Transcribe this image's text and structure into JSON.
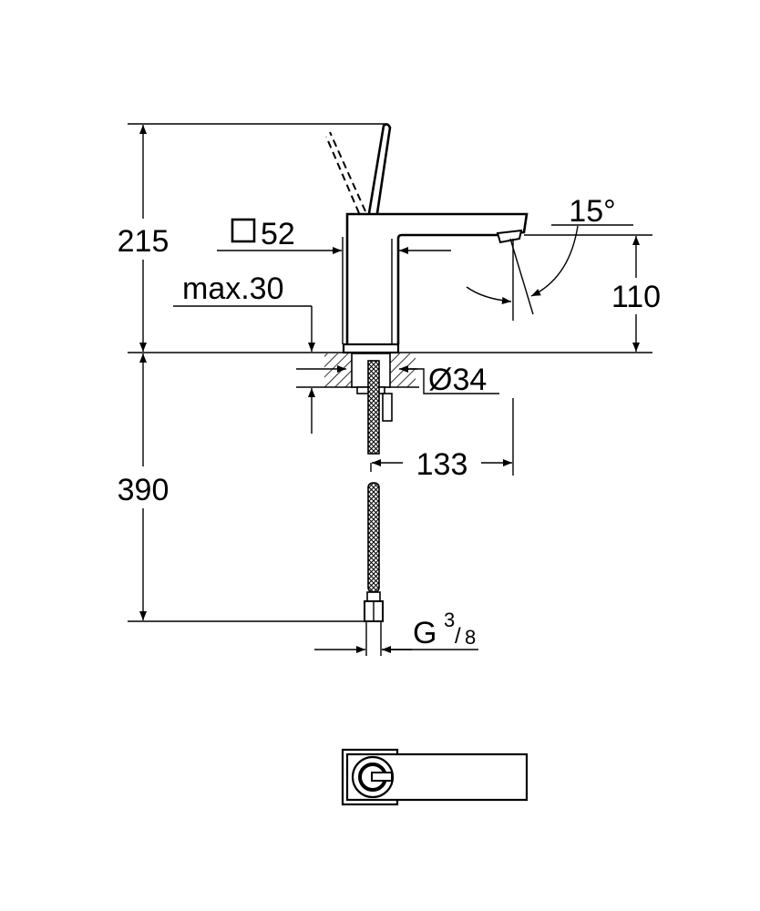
{
  "drawing": {
    "dimensions": {
      "total_height": "215",
      "spout_square": "52",
      "max_deck_thickness": "max.30",
      "hole_diameter": "Ø34",
      "spout_reach": "133",
      "spout_height": "110",
      "spout_angle": "15°",
      "hose_length": "390",
      "connection_letter": "G",
      "connection_num": "3",
      "connection_den": "8"
    },
    "colors": {
      "line": "#000000",
      "background": "#ffffff"
    }
  }
}
